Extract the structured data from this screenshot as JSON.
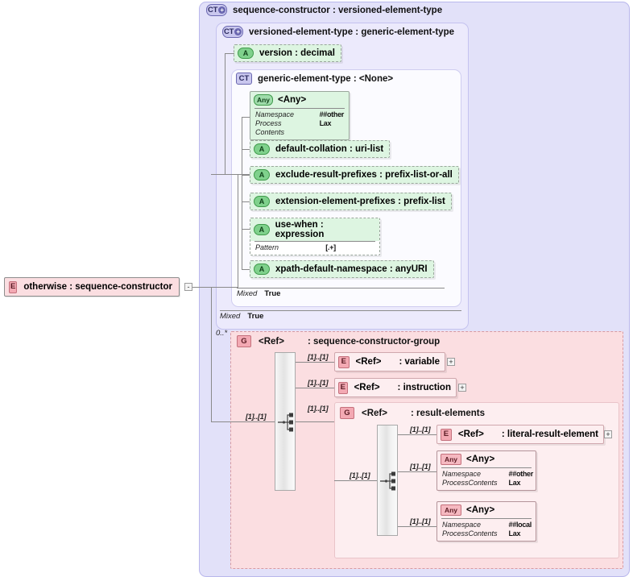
{
  "diagram": {
    "title": "sequence-constructor : versioned-element-type",
    "root_element": {
      "badge": "E",
      "label": "otherwise : sequence-constructor"
    }
  },
  "panels": {
    "outer": {
      "badge": "CT",
      "badge_plus": "+",
      "title": "sequence-constructor : versioned-element-type"
    },
    "mid": {
      "badge": "CT",
      "badge_plus": "+",
      "title": "versioned-element-type : generic-element-type"
    },
    "inner": {
      "badge": "CT",
      "title": "generic-element-type : <None>"
    },
    "group": {
      "badge": "G",
      "ref": "<Ref>",
      "title": ": sequence-constructor-group",
      "occurrence": "0..*"
    },
    "group_inner": {
      "badge": "G",
      "ref": "<Ref>",
      "title": ": result-elements"
    }
  },
  "attributes": [
    {
      "badge": "A",
      "label": "version   : decimal"
    },
    {
      "badge": "A",
      "label": "default-collation : uri-list"
    },
    {
      "badge": "A",
      "label": "exclude-result-prefixes : prefix-list-or-all"
    },
    {
      "badge": "A",
      "label": "extension-element-prefixes : prefix-list"
    },
    {
      "badge": "A",
      "label": "use-when : expression"
    },
    {
      "badge": "A",
      "label": "xpath-default-namespace : anyURI"
    }
  ],
  "use_when_facet": {
    "key": "Pattern",
    "value": "[.+]"
  },
  "any_green": {
    "badge": "Any",
    "label": "<Any>",
    "facets": [
      {
        "key": "Namespace",
        "value": "##other"
      },
      {
        "key": "Process Contents",
        "value": "Lax"
      }
    ]
  },
  "mixed_inner": {
    "key": "Mixed",
    "value": "True"
  },
  "mixed_mid": {
    "key": "Mixed",
    "value": "True"
  },
  "group_children": [
    {
      "badge": "E",
      "ref": "<Ref>",
      "label": ": variable",
      "cardinality": "[1]..[1]",
      "expander": "+"
    },
    {
      "badge": "E",
      "ref": "<Ref>",
      "label": ": instruction",
      "cardinality": "[1]..[1]",
      "expander": "+"
    },
    {
      "badge": "G",
      "ref": "<Ref>",
      "label": ": result-elements",
      "cardinality": "[1]..[1]",
      "expander": ""
    }
  ],
  "group_cardinality_left": "[1]..[1]",
  "result_elements_children": [
    {
      "kind": "element",
      "badge": "E",
      "ref": "<Ref>",
      "label": ": literal-result-element",
      "cardinality": "[1]..[1]",
      "expander": "+"
    },
    {
      "kind": "any",
      "badge": "Any",
      "label": "<Any>",
      "cardinality": "[1]..[1]",
      "facets": [
        {
          "key": "Namespace",
          "value": "##other"
        },
        {
          "key": "ProcessContents",
          "value": "Lax"
        }
      ]
    },
    {
      "kind": "any",
      "badge": "Any",
      "label": "<Any>",
      "cardinality": "[1]..[1]",
      "facets": [
        {
          "key": "Namespace",
          "value": "##local"
        },
        {
          "key": "ProcessContents",
          "value": "Lax"
        }
      ]
    }
  ],
  "result_elements_cardinality_left": "[1]..[1]",
  "root_expander": "-",
  "colors": {
    "outer_panel": "#e2e1f9",
    "mid_panel": "#eceafc",
    "inner_panel": "#fbfbff",
    "group_panel": "#fbdee1",
    "group_inner_panel": "#fdeef0",
    "attr_green": "#ddf5e1",
    "element_pink": "#fdeef0",
    "connector": "#8a8a8a"
  }
}
